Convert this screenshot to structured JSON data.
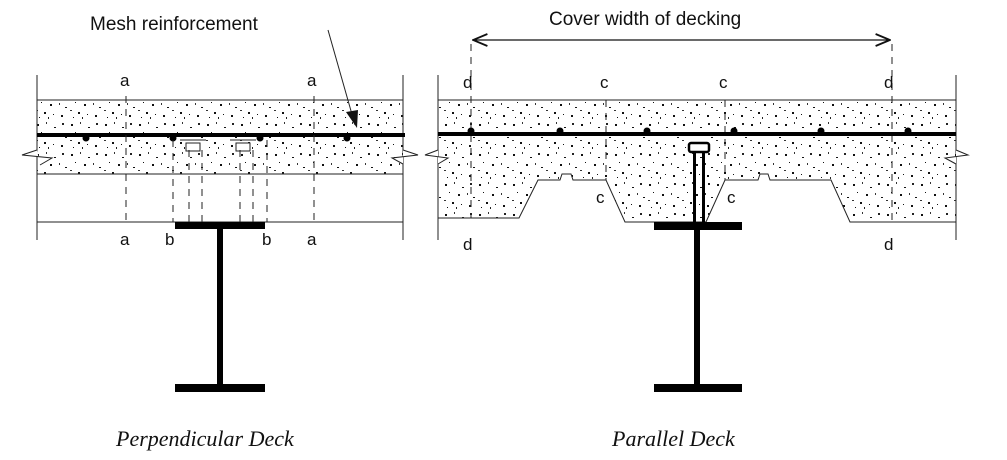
{
  "diagram": {
    "title_labels": {
      "mesh_reinforcement": "Mesh reinforcement",
      "cover_width": "Cover width of decking"
    },
    "perpendicular": {
      "caption": "Perpendicular Deck",
      "top_labels": [
        "a",
        "a"
      ],
      "bottom_labels": [
        "a",
        "b",
        "b",
        "a"
      ]
    },
    "parallel": {
      "caption": "Parallel Deck",
      "top_labels": [
        "d",
        "c",
        "c",
        "d"
      ],
      "mid_labels": [
        "c",
        "c"
      ],
      "bottom_labels": [
        "d",
        "d"
      ]
    }
  }
}
